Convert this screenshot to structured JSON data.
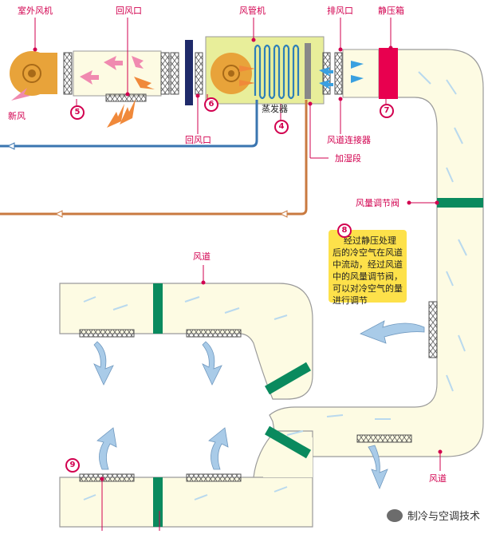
{
  "labels": {
    "outdoor_fan": "室外风机",
    "return_air_top": "回风口",
    "fan_coil": "风管机",
    "exhaust": "排风口",
    "plenum": "静压箱",
    "fresh_air": "新风",
    "return_air_bottom": "回风口",
    "duct_connector": "风道连接器",
    "humidifier": "加湿段",
    "evaporator": "蒸发器",
    "damper": "风量调节阀",
    "duct_top": "风道",
    "duct_bottom": "风道"
  },
  "numbers": {
    "n4": "4",
    "n5": "5",
    "n6": "6",
    "n7": "7",
    "n8": "8",
    "n9": "9"
  },
  "note": {
    "line1": "经过静压处理",
    "line2": "后的冷空气在风道",
    "line3": "中流动，经过风道",
    "line4": "中的风量调节阀，",
    "line5": "可以对冷空气的量",
    "line6": "进行调节"
  },
  "watermark": "制冷与空调技术",
  "colors": {
    "duct_fill": "#fdfbe3",
    "duct_stroke": "#9a9a9a",
    "damper": "#0a8a5e",
    "plenum": "#e8004f",
    "label": "#d2004f",
    "note_bg": "#fde14a",
    "fan": "#e8a33a",
    "unit_box": "#e8ee9a",
    "coil": "#2d7fb8"
  }
}
